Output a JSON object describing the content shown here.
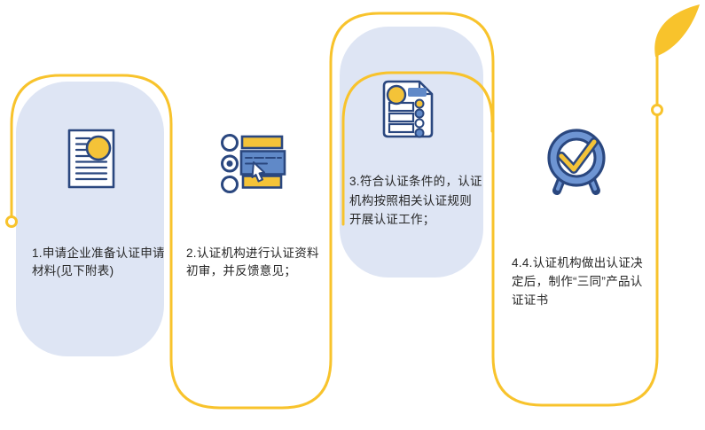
{
  "diagram_title": "",
  "steps": [
    {
      "id": "step-1",
      "icon": "application-document-icon",
      "text": "1.申请企业准备认证申请材料(见下附表)",
      "lines": [
        "1.申请企业准备认证申请",
        "材料(见下附表)"
      ]
    },
    {
      "id": "step-2",
      "icon": "review-form-cursor-icon",
      "text": "2.认证机构进行认证资料初审，并反馈意见；",
      "lines": [
        "2.认证机构进行认证资料",
        "初审，并反馈意见；"
      ]
    },
    {
      "id": "step-3",
      "icon": "checklist-document-icon",
      "text": "3.符合认证条件的，认证机构按照相关认证规则开展认证工作；",
      "lines": [
        "3.符合认证条件的，认证",
        "机构按照相关认证规则",
        "开展认证工作；"
      ]
    },
    {
      "id": "step-4",
      "icon": "approved-clock-icon",
      "text": "4.4.认证机构做出认证决定后，制作“三同”产品认证证书",
      "lines": [
        "4.4.认证机构做出认证决",
        "定后，制作“三同”产品认",
        "证证书"
      ]
    }
  ],
  "colors": {
    "yellow": "#F8C32C",
    "pillBlue": "#DEE5F4",
    "navy": "#2A477F",
    "steelBlue": "#6089C8",
    "ringBlue": "#6E95D3",
    "iconYellow": "#F4C338",
    "ink": "#262626"
  }
}
